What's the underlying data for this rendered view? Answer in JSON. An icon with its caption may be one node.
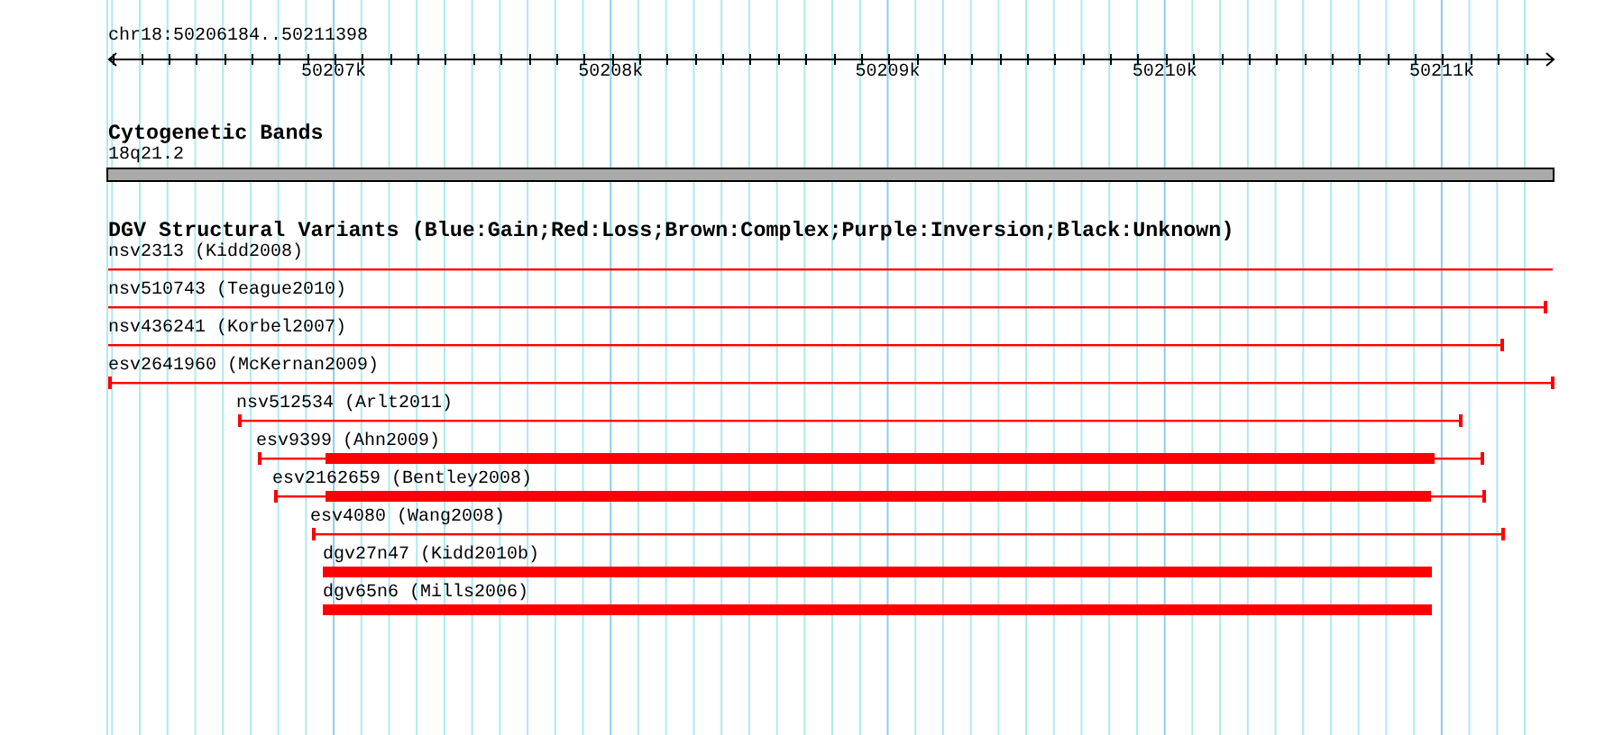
{
  "diagram": {
    "nodes": [
      {
        "text": [
          "18q21.2"
        ]
      },
      {
        "text": [
          "nsv2313 (Kidd2008)"
        ]
      },
      {
        "text": [
          "nsv510743 (Teague2010)"
        ]
      },
      {
        "text": [
          "nsv436241 (Korbel2007)"
        ]
      },
      {
        "text": [
          "esv2641960 (McKernan2009)"
        ]
      },
      {
        "text": [
          "nsv512534 (Arlt2011)"
        ]
      },
      {
        "text": [
          "esv9399 (Ahn2009)"
        ]
      },
      {
        "text": [
          "esv2162659 (Bentley2008)"
        ]
      },
      {
        "text": [
          "esv4080 (Wang2008)"
        ]
      },
      {
        "text": [
          "dgv27n47 (Kidd2010b)"
        ]
      },
      {
        "text": [
          "dgv65n6 (Mills2006)"
        ]
      }
    ],
    "labels": [
      "chr18:50206184..50211398",
      "50207k",
      "50208k",
      "50209k",
      "50210k",
      "50211k",
      "Cytogenetic Bands",
      "DGV Structural Variants (Blue:Gain;Red:Loss;Brown:Complex;Purple:Inversion;Black:Unknown)"
    ]
  }
}
